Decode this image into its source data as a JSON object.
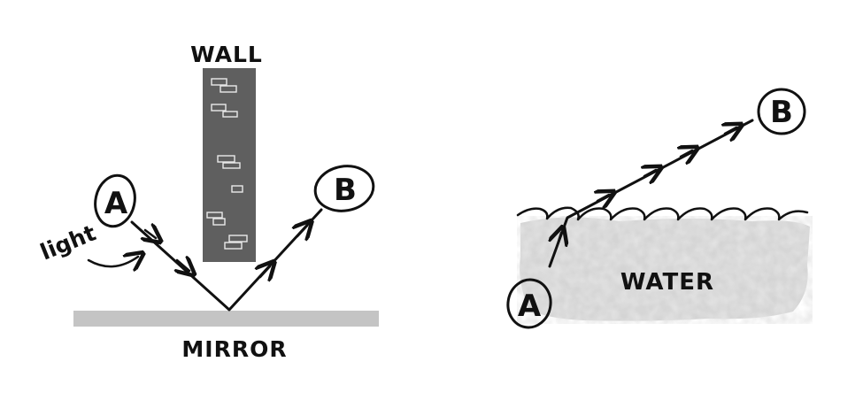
{
  "left_panel": {
    "wall_label": "WALL",
    "mirror_label": "MIRROR",
    "light_label": "light",
    "point_a": "A",
    "point_b": "B"
  },
  "right_panel": {
    "water_label": "WATER",
    "point_a": "A",
    "point_b": "B"
  },
  "colors": {
    "wall": "#5f5f5f",
    "mirror": "#c4c4c4",
    "water": "#cfcfcf",
    "ink": "#111111"
  }
}
